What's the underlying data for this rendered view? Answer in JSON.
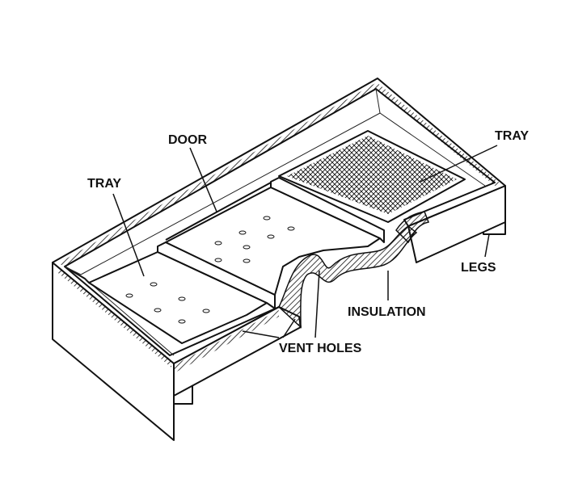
{
  "diagram": {
    "labels": {
      "door": "DOOR",
      "tray_left": "TRAY",
      "tray_right": "TRAY",
      "legs": "LEGS",
      "insulation": "INSULATION",
      "vent_holes": "VENT HOLES"
    }
  }
}
